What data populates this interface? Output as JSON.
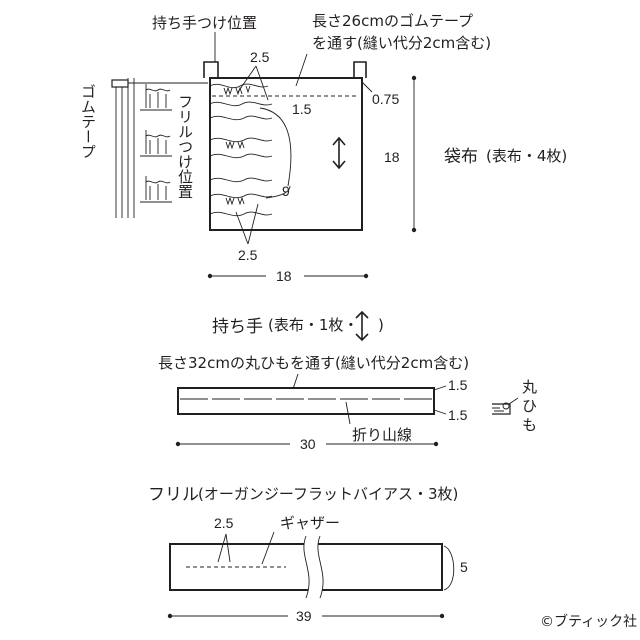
{
  "bag": {
    "handle_position_label": "持ち手つけ位置",
    "elastic_note_line1": "長さ26cmのゴムテープ",
    "elastic_note_line2": "を通す(縫い代分2cm含む)",
    "elastic_tape_label": "ゴムテープ",
    "frill_position_label": "フリルつけ位置",
    "title": "袋布",
    "title_note": "(表布・4枚)",
    "dim_top_gap": "2.5",
    "dim_casing": "1.5",
    "dim_edge": "0.75",
    "dim_height": "18",
    "dim_spacing": "9",
    "dim_bottom_gap": "2.5",
    "dim_width": "18"
  },
  "handle": {
    "title": "持ち手",
    "title_note": "(表布・1枚・",
    "title_note_close": ")",
    "cord_note": "長さ32cmの丸ひもを通す(縫い代分2cm含む)",
    "dim_top": "1.5",
    "dim_bottom": "1.5",
    "cord_label_1": "丸",
    "cord_label_2": "ひ",
    "cord_label_3": "も",
    "fold_label": "折り山線",
    "dim_length": "30"
  },
  "frill": {
    "title": "フリル",
    "title_note": "(オーガンジーフラットバイアス・3枚)",
    "dim_gather_gap": "2.5",
    "gather_label": "ギャザー",
    "dim_height": "5",
    "dim_length": "39"
  },
  "copyright": "©ブティック社"
}
